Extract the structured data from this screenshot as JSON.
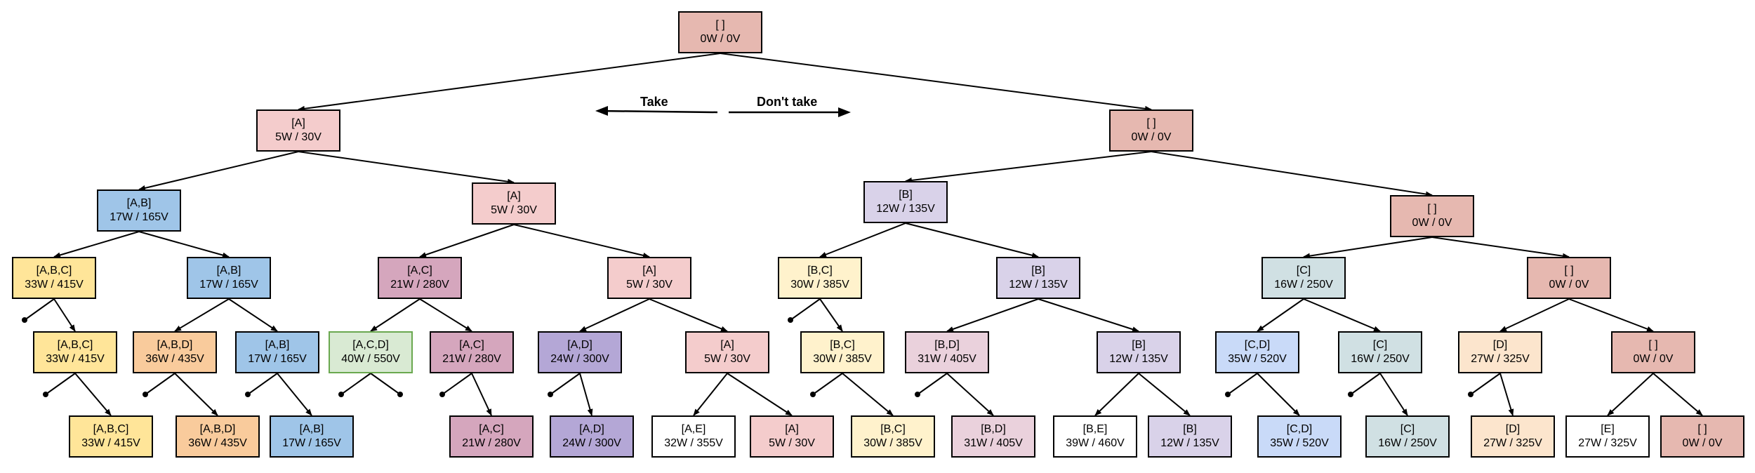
{
  "legend": {
    "take": "Take",
    "dont_take": "Don't take"
  },
  "colors": {
    "empty": "#e6b8b0",
    "A": "#f4cccc",
    "AB": "#9fc5e8",
    "ABC": "#ffe599",
    "ABD": "#f9cb9c",
    "AC": "#d5a6bd",
    "ACD": "#d9ead3",
    "AD": "#b4a7d6",
    "AE": "#ffffff",
    "B": "#d9d2e9",
    "BC": "#fff2cc",
    "BD": "#ead1dc",
    "BE": "#ffffff",
    "C": "#d0e0e3",
    "CD": "#c9daf8",
    "D": "#fce5cd",
    "E": "#ffffff",
    "edge": "#000000"
  },
  "nodes": [
    {
      "id": "n0",
      "set": "[ ]",
      "wv": "0W / 0V",
      "color": "empty"
    },
    {
      "id": "n1",
      "set": "[A]",
      "wv": "5W / 30V",
      "color": "A"
    },
    {
      "id": "n2",
      "set": "[ ]",
      "wv": "0W / 0V",
      "color": "empty"
    },
    {
      "id": "n3",
      "set": "[A,B]",
      "wv": "17W / 165V",
      "color": "AB"
    },
    {
      "id": "n4",
      "set": "[A]",
      "wv": "5W / 30V",
      "color": "A"
    },
    {
      "id": "n5",
      "set": "[B]",
      "wv": "12W / 135V",
      "color": "B"
    },
    {
      "id": "n6",
      "set": "[ ]",
      "wv": "0W / 0V",
      "color": "empty"
    },
    {
      "id": "n7",
      "set": "[A,B,C]",
      "wv": "33W / 415V",
      "color": "ABC"
    },
    {
      "id": "n8",
      "set": "[A,B]",
      "wv": "17W / 165V",
      "color": "AB"
    },
    {
      "id": "n9",
      "set": "[A,C]",
      "wv": "21W / 280V",
      "color": "AC"
    },
    {
      "id": "n10",
      "set": "[A]",
      "wv": "5W / 30V",
      "color": "A"
    },
    {
      "id": "n11",
      "set": "[B,C]",
      "wv": "30W / 385V",
      "color": "BC"
    },
    {
      "id": "n12",
      "set": "[B]",
      "wv": "12W / 135V",
      "color": "B"
    },
    {
      "id": "n13",
      "set": "[C]",
      "wv": "16W / 250V",
      "color": "C"
    },
    {
      "id": "n14",
      "set": "[ ]",
      "wv": "0W / 0V",
      "color": "empty"
    },
    {
      "id": "n15",
      "set": "[A,B,C]",
      "wv": "33W / 415V",
      "color": "ABC"
    },
    {
      "id": "n16",
      "set": "[A,B,D]",
      "wv": "36W / 435V",
      "color": "ABD"
    },
    {
      "id": "n17",
      "set": "[A,B]",
      "wv": "17W / 165V",
      "color": "AB"
    },
    {
      "id": "n18",
      "set": "[A,C,D]",
      "wv": "40W / 550V",
      "color": "ACD",
      "border": "green"
    },
    {
      "id": "n19",
      "set": "[A,C]",
      "wv": "21W / 280V",
      "color": "AC"
    },
    {
      "id": "n20",
      "set": "[A,D]",
      "wv": "24W / 300V",
      "color": "AD"
    },
    {
      "id": "n21",
      "set": "[A]",
      "wv": "5W / 30V",
      "color": "A"
    },
    {
      "id": "n22",
      "set": "[B,C]",
      "wv": "30W / 385V",
      "color": "BC"
    },
    {
      "id": "n23",
      "set": "[B,D]",
      "wv": "31W / 405V",
      "color": "BD"
    },
    {
      "id": "n24",
      "set": "[B]",
      "wv": "12W / 135V",
      "color": "B"
    },
    {
      "id": "n25",
      "set": "[C,D]",
      "wv": "35W / 520V",
      "color": "CD"
    },
    {
      "id": "n26",
      "set": "[C]",
      "wv": "16W / 250V",
      "color": "C"
    },
    {
      "id": "n27",
      "set": "[D]",
      "wv": "27W / 325V",
      "color": "D"
    },
    {
      "id": "n28",
      "set": "[ ]",
      "wv": "0W / 0V",
      "color": "empty"
    },
    {
      "id": "n29",
      "set": "[A,B,C]",
      "wv": "33W / 415V",
      "color": "ABC"
    },
    {
      "id": "n30",
      "set": "[A,B,D]",
      "wv": "36W / 435V",
      "color": "ABD"
    },
    {
      "id": "n31",
      "set": "[A,B]",
      "wv": "17W / 165V",
      "color": "AB"
    },
    {
      "id": "n32",
      "set": "[A,C]",
      "wv": "21W / 280V",
      "color": "AC"
    },
    {
      "id": "n33",
      "set": "[A,D]",
      "wv": "24W / 300V",
      "color": "AD"
    },
    {
      "id": "n34",
      "set": "[A,E]",
      "wv": "32W / 355V",
      "color": "AE"
    },
    {
      "id": "n35",
      "set": "[A]",
      "wv": "5W / 30V",
      "color": "A"
    },
    {
      "id": "n36",
      "set": "[B,C]",
      "wv": "30W / 385V",
      "color": "BC"
    },
    {
      "id": "n37",
      "set": "[B,D]",
      "wv": "31W / 405V",
      "color": "BD"
    },
    {
      "id": "n38",
      "set": "[B,E]",
      "wv": "39W / 460V",
      "color": "BE"
    },
    {
      "id": "n39",
      "set": "[B]",
      "wv": "12W / 135V",
      "color": "B"
    },
    {
      "id": "n40",
      "set": "[C,D]",
      "wv": "35W / 520V",
      "color": "CD"
    },
    {
      "id": "n41",
      "set": "[C]",
      "wv": "16W / 250V",
      "color": "C"
    },
    {
      "id": "n42",
      "set": "[D]",
      "wv": "27W / 325V",
      "color": "D"
    },
    {
      "id": "n43",
      "set": "[E]",
      "wv": "27W / 325V",
      "color": "E"
    },
    {
      "id": "n44",
      "set": "[ ]",
      "wv": "0W / 0V",
      "color": "empty"
    }
  ],
  "edges": [
    [
      "n0",
      "n1"
    ],
    [
      "n0",
      "n2"
    ],
    [
      "n1",
      "n3"
    ],
    [
      "n1",
      "n4"
    ],
    [
      "n2",
      "n5"
    ],
    [
      "n2",
      "n6"
    ],
    [
      "n3",
      "n7"
    ],
    [
      "n3",
      "n8"
    ],
    [
      "n4",
      "n9"
    ],
    [
      "n4",
      "n10"
    ],
    [
      "n5",
      "n11"
    ],
    [
      "n5",
      "n12"
    ],
    [
      "n6",
      "n13"
    ],
    [
      "n6",
      "n14"
    ],
    [
      "n7",
      "n15"
    ],
    [
      "n8",
      "n16"
    ],
    [
      "n8",
      "n17"
    ],
    [
      "n9",
      "n18"
    ],
    [
      "n9",
      "n19"
    ],
    [
      "n10",
      "n20"
    ],
    [
      "n10",
      "n21"
    ],
    [
      "n11",
      "n22"
    ],
    [
      "n12",
      "n23"
    ],
    [
      "n12",
      "n24"
    ],
    [
      "n13",
      "n25"
    ],
    [
      "n13",
      "n26"
    ],
    [
      "n14",
      "n27"
    ],
    [
      "n14",
      "n28"
    ],
    [
      "n15",
      "n29"
    ],
    [
      "n16",
      "n30"
    ],
    [
      "n17",
      "n31"
    ],
    [
      "n19",
      "n32"
    ],
    [
      "n20",
      "n33"
    ],
    [
      "n21",
      "n34"
    ],
    [
      "n21",
      "n35"
    ],
    [
      "n22",
      "n36"
    ],
    [
      "n23",
      "n37"
    ],
    [
      "n24",
      "n38"
    ],
    [
      "n24",
      "n39"
    ],
    [
      "n25",
      "n40"
    ],
    [
      "n26",
      "n41"
    ],
    [
      "n27",
      "n42"
    ],
    [
      "n28",
      "n43"
    ],
    [
      "n28",
      "n44"
    ]
  ],
  "terminated_branches": [
    "n7",
    "n11",
    "n15",
    "n16",
    "n17",
    "n18",
    "n18",
    "n19",
    "n20",
    "n22",
    "n23",
    "n25",
    "n26",
    "n27"
  ]
}
